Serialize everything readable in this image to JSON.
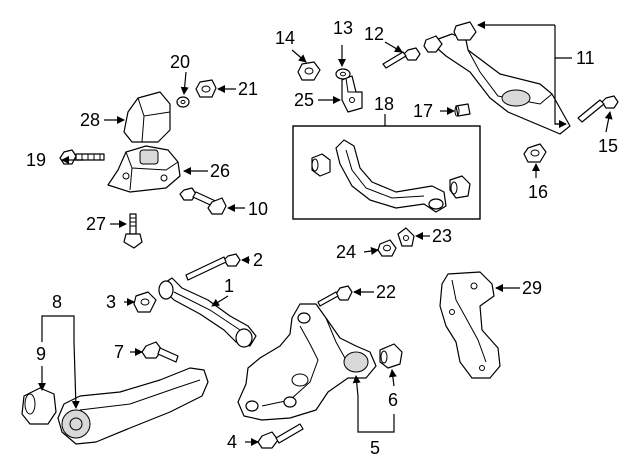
{
  "callouts": {
    "n1": "1",
    "n2": "2",
    "n3": "3",
    "n4": "4",
    "n5": "5",
    "n6": "6",
    "n7": "7",
    "n8": "8",
    "n9": "9",
    "n10": "10",
    "n11": "11",
    "n12": "12",
    "n13": "13",
    "n14": "14",
    "n15": "15",
    "n16": "16",
    "n17": "17",
    "n18": "18",
    "n19": "19",
    "n20": "20",
    "n21": "21",
    "n22": "22",
    "n23": "23",
    "n24": "24",
    "n25": "25",
    "n26": "26",
    "n27": "27",
    "n28": "28",
    "n29": "29"
  }
}
